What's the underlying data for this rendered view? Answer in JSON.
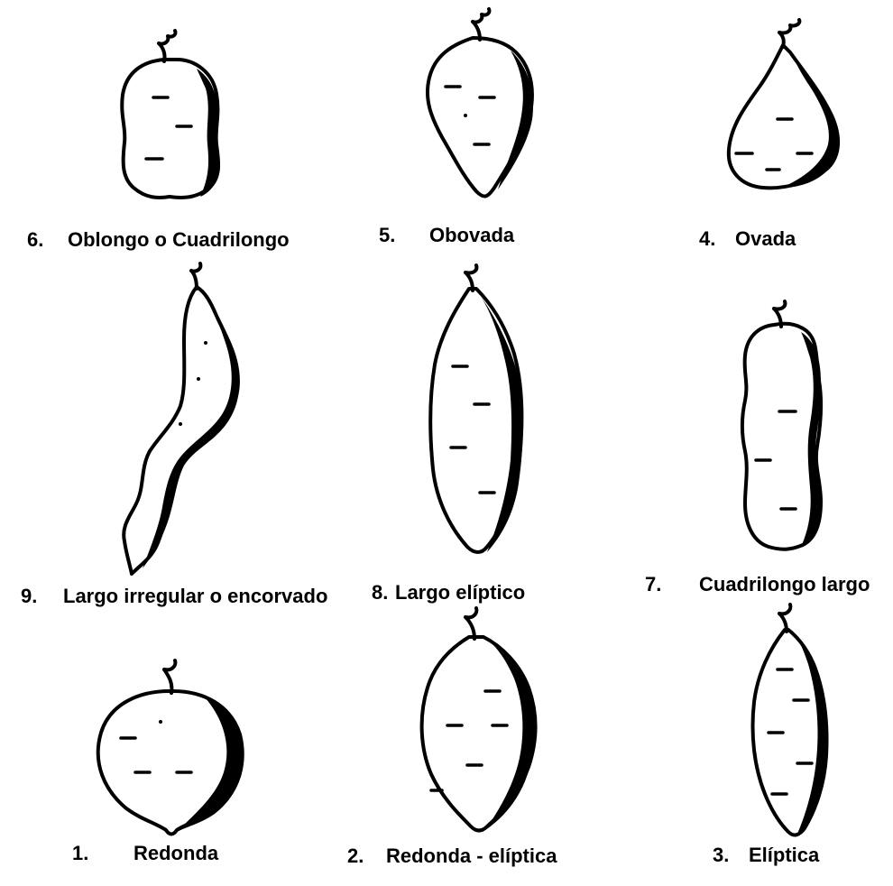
{
  "shapes": [
    {
      "number": "6.",
      "label": "Oblongo o Cuadrilongo"
    },
    {
      "number": "5.",
      "label": "Obovada"
    },
    {
      "number": "4.",
      "label": "Ovada"
    },
    {
      "number": "9.",
      "label": "Largo irregular o encorvado"
    },
    {
      "number": "8.",
      "label": "Largo elíptico"
    },
    {
      "number": "7.",
      "label": "Cuadrilongo largo"
    },
    {
      "number": "1.",
      "label": "Redonda"
    },
    {
      "number": "2.",
      "label": "Redonda - elíptica"
    },
    {
      "number": "3.",
      "label": "Elíptica"
    }
  ]
}
